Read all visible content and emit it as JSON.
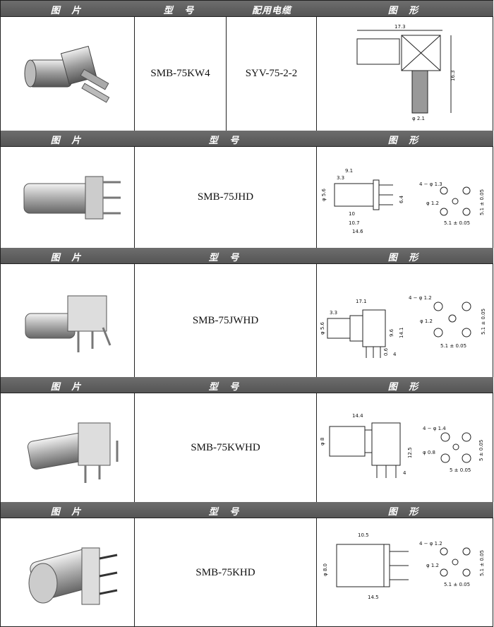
{
  "headers": {
    "photo": "图 片",
    "model": "型 号",
    "cable": "配用电缆",
    "drawing": "图 形"
  },
  "rows": [
    {
      "model": "SMB-75KW4",
      "cable": "SYV-75-2-2",
      "dims": {
        "a": "17.3",
        "b": "16.3",
        "c": "φ 2.1"
      }
    },
    {
      "model": "SMB-75JHD",
      "dims": {
        "len1": "9.1",
        "len2": "3.3",
        "dia": "φ 5.6",
        "h": "6.4",
        "len3": "10",
        "len4": "10.7",
        "len5": "14.6",
        "holes": "4 − φ 1.3",
        "center": "φ 1.2",
        "pitch_x": "5.1 ± 0.05",
        "pitch_y": "5.1 ± 0.05"
      }
    },
    {
      "model": "SMB-75JWHD",
      "dims": {
        "len1": "17.1",
        "len2": "3.3",
        "dia": "φ 5.6",
        "h1": "9.6",
        "h2": "14.1",
        "h3": "0.6",
        "h4": "4",
        "holes": "4 − φ 1.2",
        "center": "φ 1.2",
        "pitch_x": "5.1 ± 0.05",
        "pitch_y": "5.1 ± 0.05"
      }
    },
    {
      "model": "SMB-75KWHD",
      "dims": {
        "len1": "14.4",
        "dia": "φ 8",
        "h1": "12.5",
        "h2": "4",
        "holes": "4 − φ 1.4",
        "center": "φ 0.8",
        "pitch_x": "5 ± 0.05",
        "pitch_y": "5 ± 0.05"
      }
    },
    {
      "model": "SMB-75KHD",
      "dims": {
        "len1": "10.5",
        "dia": "φ 8.0",
        "len2": "14.5",
        "holes": "4 − φ 1.2",
        "center": "φ 1.2",
        "pitch_x": "5.1 ± 0.05",
        "pitch_y": "5.1 ± 0.05"
      }
    }
  ]
}
